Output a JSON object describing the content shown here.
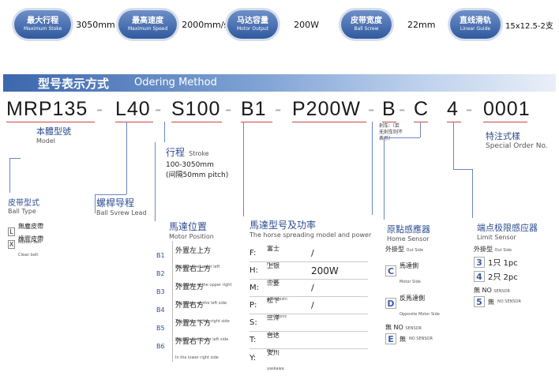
{
  "specs": [
    {
      "cn": "最大行程",
      "en": "Maximum Stoke",
      "val": "3050mm"
    },
    {
      "cn": "最高速度",
      "en": "Maximum Speed",
      "val": "2000mm/s"
    },
    {
      "cn": "马达容量",
      "en": "Motor Output",
      "val": "200W"
    },
    {
      "cn": "皮带宽度",
      "en": "Ball Screw",
      "val": "22mm"
    },
    {
      "cn": "直线滑轨",
      "en": "Linear Guide",
      "val": "15x12.5-2支"
    }
  ],
  "banner": {
    "cn": "型号表示方式",
    "en": "Odering Method"
  },
  "model": {
    "p1": "MRP135",
    "p2": "L40",
    "p3": "S100",
    "p4": "B1",
    "p5": "P200W",
    "p6": "B",
    "p7": "C",
    "p8": "4",
    "p9": "0001",
    "d": "-"
  },
  "body": {
    "cn": "本體型號",
    "en": "Model"
  },
  "special": {
    "cn": "特注式樣",
    "en": "Special Order No."
  },
  "brake": {
    "cn": "剎车:（若",
    "l2": "无剎车则不",
    "l3": "表示）"
  },
  "stroke": {
    "cn": "行程",
    "en": "Stroke",
    "l1": "100-3050mm",
    "l2": "(间隔50mm pitch)"
  },
  "belt": {
    "cn": "皮带型式",
    "en": "Ball Type",
    "items": [
      {
        "k": "L",
        "cn": "無塵皮帶",
        "en": "Rubber Belt"
      },
      {
        "k": "X",
        "cn": "橡膠皮帶",
        "en": "Clean belt"
      }
    ]
  },
  "lead": {
    "cn": "螺桿导程",
    "en": "Ball Svrew Lead"
  },
  "motorpos": {
    "cn": "馬達位置",
    "en": "Motor Position",
    "items": [
      {
        "k": "B1",
        "cn": "外置左上方",
        "en": "Motor in the upper left"
      },
      {
        "k": "B2",
        "cn": "外置右上方",
        "en": "The motor in the upper right"
      },
      {
        "k": "B3",
        "cn": "外置左方",
        "en": "The motor on the left side"
      },
      {
        "k": "B4",
        "cn": "外置右方",
        "en": "The motor on the right side"
      },
      {
        "k": "B5",
        "cn": "外置左下方",
        "en": "Motor in the lower left side"
      },
      {
        "k": "B6",
        "cn": "外置右下方",
        "en": "In the lower right side"
      }
    ]
  },
  "motortype": {
    "cn": "馬達型号及功率",
    "en": "The horse spreading model and power",
    "items": [
      {
        "k": "F:",
        "cn": "富士",
        "en": "Fuji",
        "v": "/"
      },
      {
        "k": "H:",
        "cn": "上银",
        "en": "silver",
        "v": "200W"
      },
      {
        "k": "M:",
        "cn": "三菱",
        "en": "mitsubishi",
        "v": "/"
      },
      {
        "k": "P:",
        "cn": "松下",
        "en": "panasonic",
        "v": "/"
      },
      {
        "k": "S:",
        "cn": "三洋",
        "en": "sanyo",
        "v": ""
      },
      {
        "k": "T:",
        "cn": "台达",
        "en": "Delta",
        "v": ""
      },
      {
        "k": "Y:",
        "cn": "安川",
        "en": "yaskawa",
        "v": ""
      }
    ]
  },
  "home": {
    "cn": "原點感應器",
    "en": "Home Sensor",
    "hdr": "外掛型",
    "hdr_en": "Out Side",
    "items": [
      {
        "k": "C",
        "cn": "馬達側",
        "en": "Motor Side"
      },
      {
        "k": "D",
        "cn": "反馬達側",
        "en": "Opposite Motor Side"
      }
    ],
    "no": "無 NO",
    "no_en": "SENSOR",
    "e": "E",
    "e_cn": "無",
    "e_en": "NO SENSOR"
  },
  "limit": {
    "cn": "端点极限感应器",
    "en": "Limit Sensor",
    "hdr": "外掛型",
    "hdr_en": "Out Side",
    "items": [
      {
        "k": "3",
        "cn": "1只 1pc"
      },
      {
        "k": "4",
        "cn": "2只 2pc"
      }
    ],
    "no": "無 NO",
    "no_en": "SENSOR",
    "five": "5",
    "five_cn": "無",
    "five_en": "NO SENSOR"
  }
}
